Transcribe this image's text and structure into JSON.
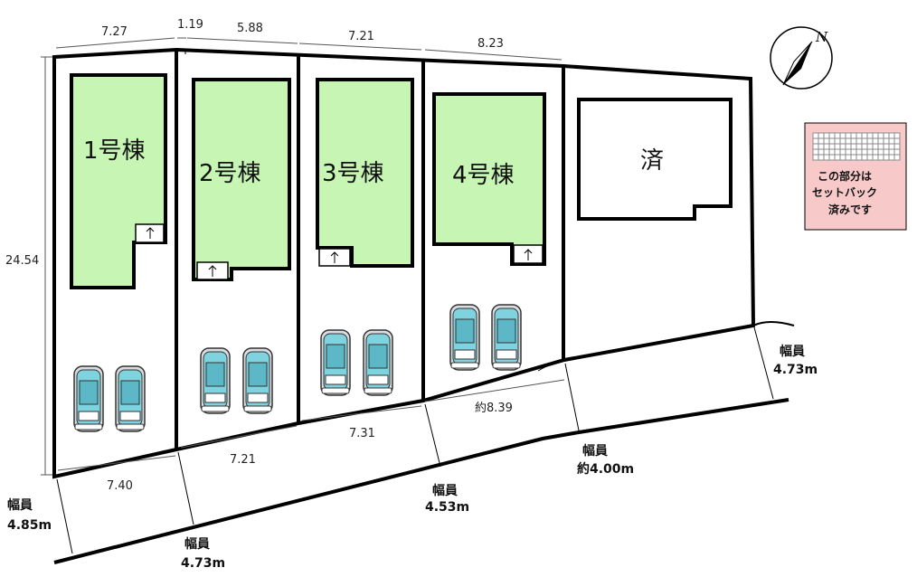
{
  "lots": [
    {
      "label": "1号棟"
    },
    {
      "label": "2号棟"
    },
    {
      "label": "3号棟"
    },
    {
      "label": "4号棟"
    },
    {
      "label": "済"
    }
  ],
  "frontage_top": [
    "7.27",
    "1.19",
    "5.88",
    "7.21",
    "8.23"
  ],
  "depth": "24.54",
  "frontage_bottom": [
    "7.40",
    "7.21",
    "7.31",
    "約8.39"
  ],
  "roads": [
    {
      "line1": "幅員",
      "line2": "4.85m"
    },
    {
      "line1": "幅員",
      "line2": "4.73m"
    },
    {
      "line1": "幅員",
      "line2": "4.53m"
    },
    {
      "line1": "幅員",
      "line2": "約4.00m"
    },
    {
      "line1": "幅員",
      "line2": "4.73m"
    }
  ],
  "legend": {
    "line1": "この部分は",
    "line2": "セットバック",
    "line3": "済みです"
  },
  "compass": {
    "label": "N"
  },
  "colors": {
    "building": "#c6f5b4",
    "car": "#7fd3df",
    "legend_bg": "#f7c9c9",
    "outline": "#000000"
  }
}
